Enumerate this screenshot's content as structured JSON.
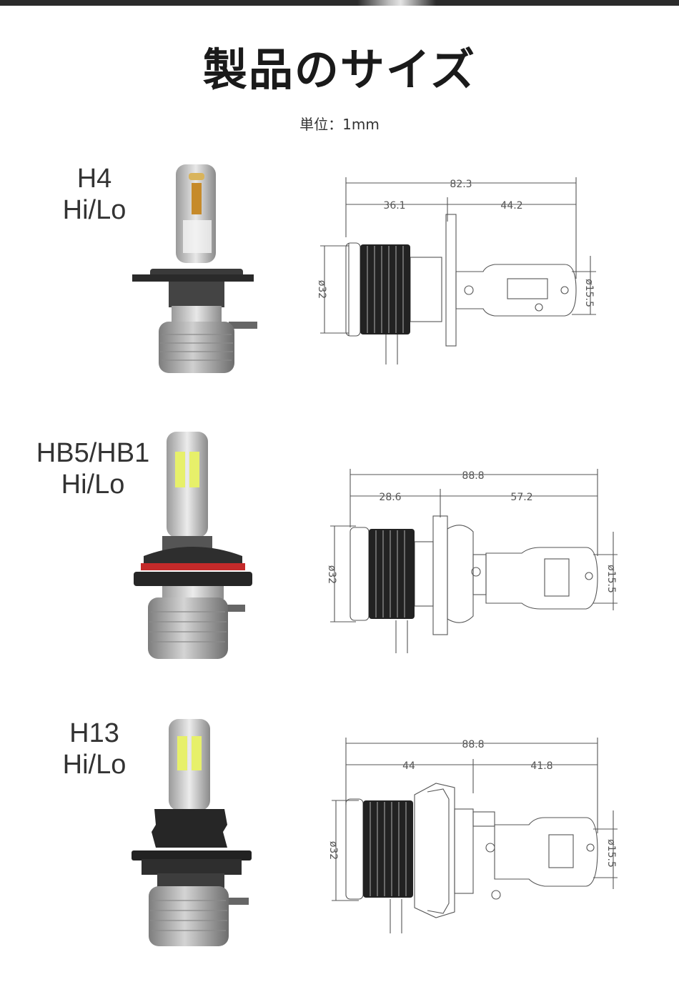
{
  "page": {
    "title": "製品のサイズ",
    "unit": "単位：1mm"
  },
  "products": [
    {
      "name_line1": "H4",
      "name_line2": "Hi/Lo",
      "dimensions": {
        "overall": "82.3",
        "rear": "36.1",
        "front": "44.2",
        "body_diameter": "ø32",
        "tip_diameter": "ø15.5"
      }
    },
    {
      "name_line1": "HB5/HB1",
      "name_line2": "Hi/Lo",
      "dimensions": {
        "overall": "88.8",
        "rear": "28.6",
        "front": "57.2",
        "body_diameter": "ø32",
        "tip_diameter": "ø15.5"
      }
    },
    {
      "name_line1": "H13",
      "name_line2": "Hi/Lo",
      "dimensions": {
        "overall": "88.8",
        "rear": "44",
        "front": "41.8",
        "body_diameter": "ø32",
        "tip_diameter": "ø15.5"
      }
    }
  ]
}
